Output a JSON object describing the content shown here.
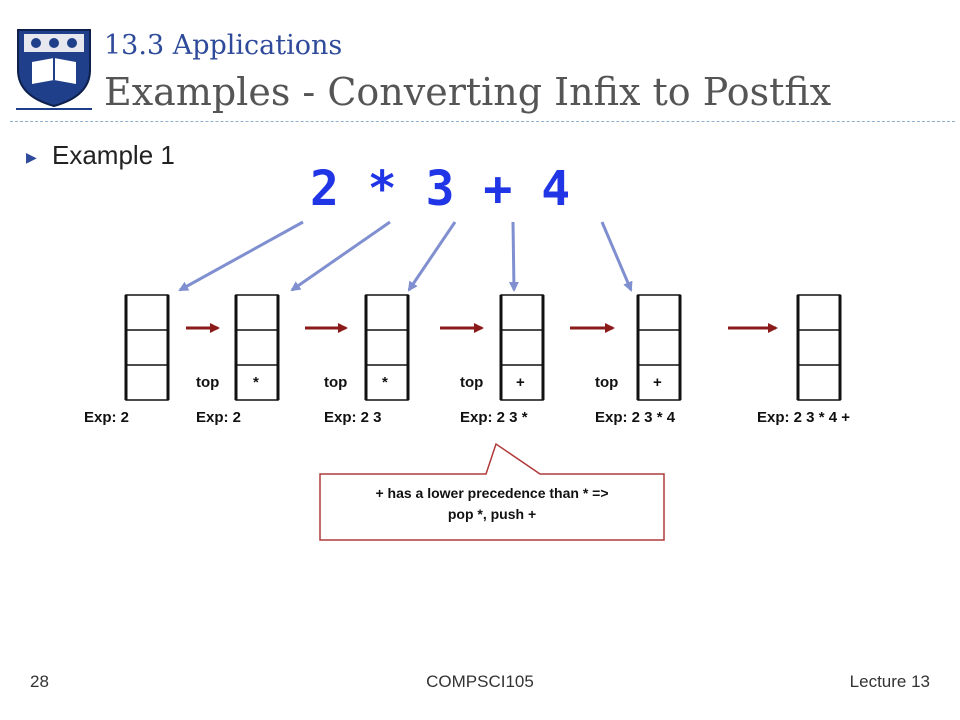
{
  "header": {
    "subtitle": "13.3 Applications",
    "title": "Examples - Converting Infix to Postfix"
  },
  "bullet": {
    "label": "Example 1"
  },
  "expression": "2 * 3 + 4",
  "stacks": [
    {
      "top_label": "",
      "top_value": "",
      "exp": "Exp: 2"
    },
    {
      "top_label": "top",
      "top_value": "*",
      "exp": "Exp: 2"
    },
    {
      "top_label": "top",
      "top_value": "*",
      "exp": "Exp: 2 3"
    },
    {
      "top_label": "top",
      "top_value": "+",
      "exp": "Exp: 2 3 *"
    },
    {
      "top_label": "top",
      "top_value": "+",
      "exp": "Exp: 2 3 * 4"
    },
    {
      "top_label": "",
      "top_value": "",
      "exp": "Exp: 2 3 * 4 +"
    }
  ],
  "callout": {
    "line1": "+ has a lower precedence than * =>",
    "line2": "pop *, push +"
  },
  "footer": {
    "page": "28",
    "course": "COMPSCI105",
    "lecture": "Lecture 13"
  },
  "colors": {
    "title_blue": "#2e4a9a",
    "expression_blue": "#1f35e6",
    "pointer_arrow": "#7f8fd0",
    "step_arrow": "#8b1a1a",
    "callout_border": "#b03a3a"
  }
}
